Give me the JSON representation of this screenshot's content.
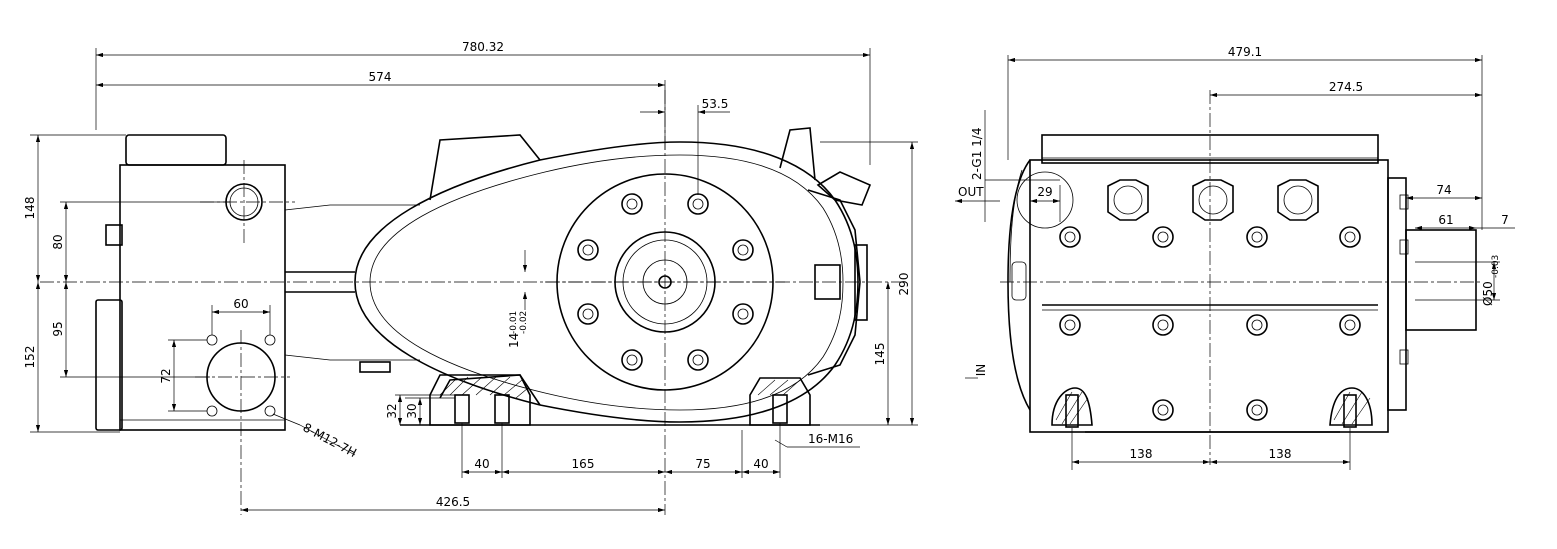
{
  "front_view": {
    "dims": {
      "overall_length": "780.32",
      "length_574": "574",
      "shaft_offset": "53.5",
      "height_148": "148",
      "height_80": "80",
      "height_95": "95",
      "height_152": "152",
      "bolt_pitch": "60",
      "bolt_pitch_v": "72",
      "thread_note": "8-M12-7H",
      "keyway_tol": "14-0.01 -0.02",
      "keyway_tol_a": "14",
      "keyway_tol_b": "-0.01",
      "keyway_tol_c": "-0.02",
      "height_290": "290",
      "height_145": "145",
      "foot_32": "32",
      "foot_30": "30",
      "base_40a": "40",
      "base_165": "165",
      "base_75": "75",
      "base_40b": "40",
      "mount_thread": "16-M16",
      "length_426": "426.5"
    }
  },
  "side_view": {
    "dims": {
      "overall_width": "479.1",
      "width_274": "274.5",
      "port_note": "2-G1 1/4",
      "out_label": "OUT",
      "port_29": "29",
      "shaft_74": "74",
      "shaft_61": "61",
      "shaft_7": "7",
      "shaft_dia": "Ø50-0.03",
      "shaft_dia_a": "Ø50",
      "shaft_dia_b": "-0.03",
      "in_label": "IN",
      "foot_138a": "138",
      "foot_138b": "138"
    }
  }
}
